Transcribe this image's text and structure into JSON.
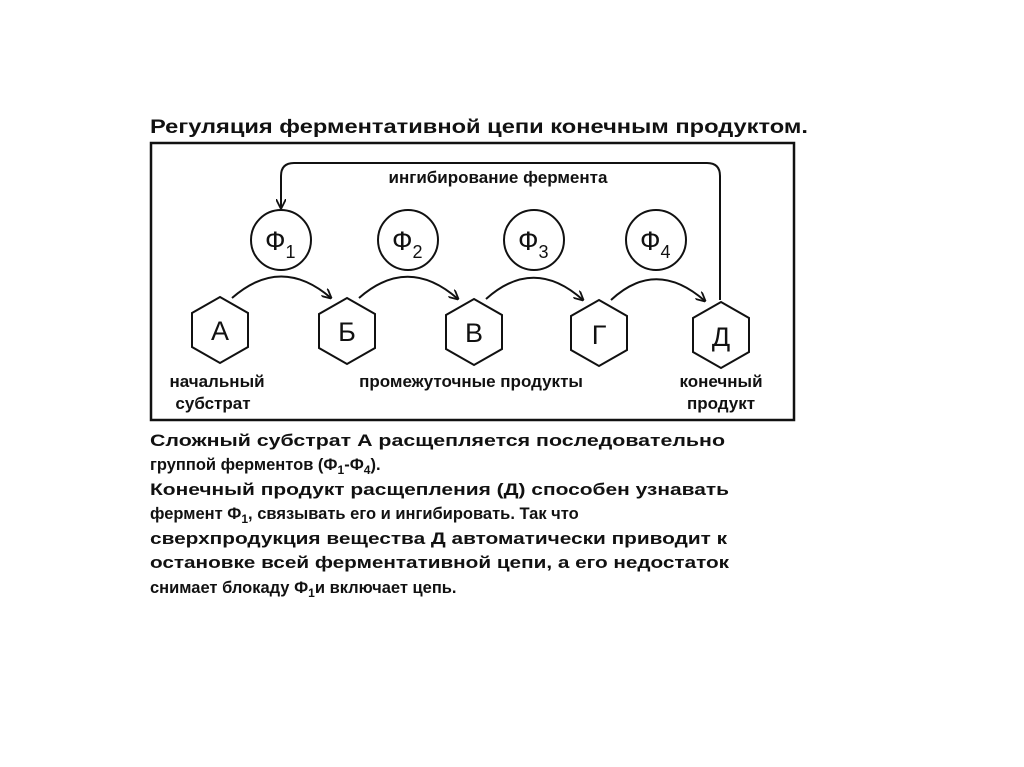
{
  "title": "Регуляция ферментативной цепи конечным продуктом.",
  "diagram": {
    "feedback_label": "ингибирование фермента",
    "enzymes": [
      {
        "symbol": "Ф",
        "index": "1"
      },
      {
        "symbol": "Ф",
        "index": "2"
      },
      {
        "symbol": "Ф",
        "index": "3"
      },
      {
        "symbol": "Ф",
        "index": "4"
      }
    ],
    "substances": [
      "А",
      "Б",
      "В",
      "Г",
      "Д"
    ],
    "labels": {
      "start_line1": "начальный",
      "start_line2": "субстрат",
      "intermediate": "промежуточные продукты",
      "end_line1": "конечный",
      "end_line2": "продукт"
    }
  },
  "paragraph": {
    "l1": "Сложный субстрат А расщепляется последовательно",
    "l2a": "группой ферментов (Ф",
    "l2b": "1",
    "l2c": "-Ф",
    "l2d": "4",
    "l2e": ").",
    "l3": "Конечный продукт расщепления (Д) способен узнавать",
    "l4a": "фермент Ф",
    "l4b": "1",
    "l4c": ", связывать его и ингибировать. Так что",
    "l5": "сверхпродукция вещества Д автоматически приводит к",
    "l6": "остановке всей ферментативной цепи, а его недостаток",
    "l7a": "снимает блокаду Ф",
    "l7b": "1",
    "l7c": "и включает цепь."
  }
}
